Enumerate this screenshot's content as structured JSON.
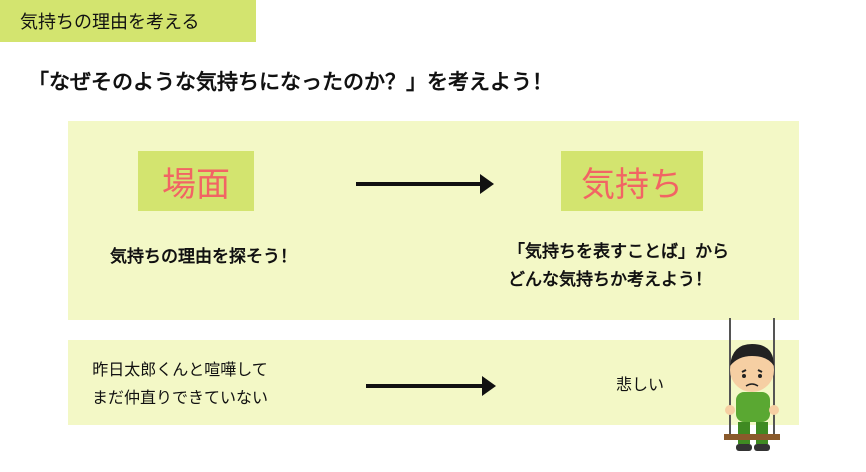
{
  "header": {
    "tag": "気持ちの理由を考える"
  },
  "headline": "「なぜそのような気持ちになったのか？」を考えよう！",
  "top_panel": {
    "scene_label": "場面",
    "feeling_label": "気持ち",
    "scene_desc": "気持ちの理由を探そう！",
    "feeling_desc_line1": "「気持ちを表すことば」から",
    "feeling_desc_line2": "どんな気持ちか考えよう！"
  },
  "example": {
    "scene_line1": "昨日太郎くんと喧嘩して",
    "scene_line2": "まだ仲直りできていない",
    "feeling": "悲しい"
  },
  "colors": {
    "accent_green": "#d3e46f",
    "panel_bg": "#f3f8c6",
    "label_red": "#f26464"
  },
  "icons": {
    "illustration": "sad-boy-on-swing-icon"
  }
}
